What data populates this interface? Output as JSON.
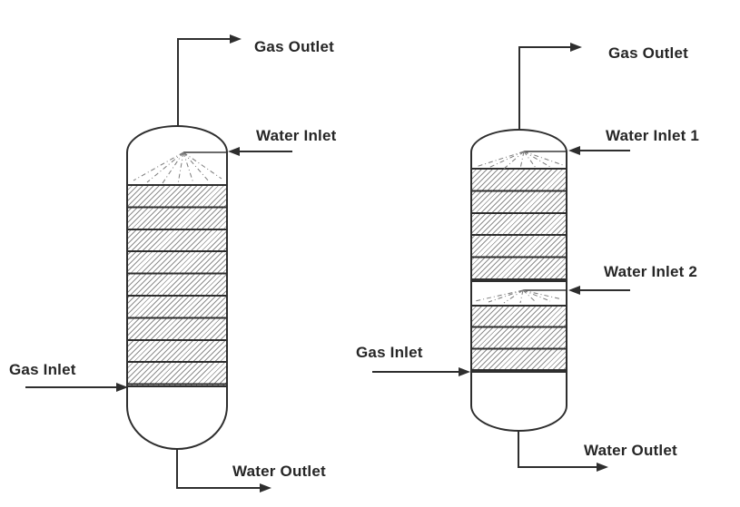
{
  "diagram": {
    "type": "process-flow-diagram",
    "subject": "packed bed gas absorption columns",
    "colors": {
      "line": "#2e2e2e",
      "hatch_line": "#8d8d8d",
      "text": "#262626",
      "background": "#ffffff"
    },
    "columns": [
      {
        "name": "packed column with single water inlet",
        "packed_bed_sections": 1,
        "bed_segment_counts": [
          9
        ],
        "labels": {
          "gas_outlet": "Gas Outlet",
          "water_inlet": "Water Inlet",
          "gas_inlet": "Gas Inlet",
          "water_outlet": "Water Outlet"
        }
      },
      {
        "name": "packed column with two water inlets",
        "packed_bed_sections": 2,
        "bed_segment_counts": [
          5,
          3
        ],
        "labels": {
          "gas_outlet": "Gas Outlet",
          "water_inlet_1": "Water Inlet 1",
          "water_inlet_2": "Water Inlet 2",
          "gas_inlet": "Gas Inlet",
          "water_outlet": "Water Outlet"
        }
      }
    ]
  }
}
